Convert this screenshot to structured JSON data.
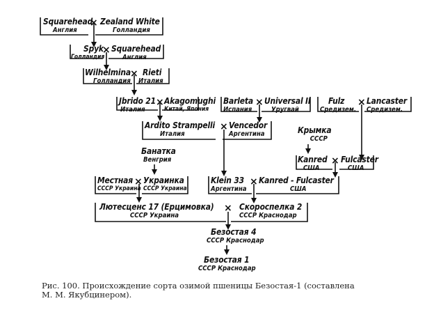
{
  "figure": {
    "caption_line1": "Рис. 100. Происхождение сорта озимой пшеницы Безостая-1 (составлена",
    "caption_line2": "М. М. Якубцинером)."
  },
  "cross_symbol": "×",
  "nodes": {
    "squarehead1": {
      "name": "Squarehead",
      "country": "Англия"
    },
    "zealand": {
      "name": "Zealand White",
      "country": "Голландия"
    },
    "spyk": {
      "name": "Spyk",
      "country": "Голландия"
    },
    "squarehead2": {
      "name": "Squarehead",
      "country": "Англия"
    },
    "wilhelmina": {
      "name": "Wilhelmina",
      "country": "Голландия"
    },
    "rieti": {
      "name": "Rieti",
      "country": "Италия"
    },
    "ibrido": {
      "name": "Jbrido 21",
      "country": "Италия"
    },
    "akagomughi": {
      "name": "Akagomughi",
      "country": "Китай, Япония"
    },
    "barleta": {
      "name": "Barleta",
      "country": "Испания"
    },
    "universal": {
      "name": "Universal II",
      "country": "Уругвай"
    },
    "fulz": {
      "name": "Fulz",
      "country": "Средизем."
    },
    "lancaster": {
      "name": "Lancaster",
      "country": "Средизем."
    },
    "ardito": {
      "name": "Ardito Strampelli",
      "country": "Италия"
    },
    "vencedor": {
      "name": "Vencedor",
      "country": "Аргентина"
    },
    "krymka": {
      "name": "Крымка",
      "country": "СССР"
    },
    "kanred": {
      "name": "Kanred",
      "country": "США"
    },
    "fulcaster": {
      "name": "Fulcaster",
      "country": "США"
    },
    "banatka": {
      "name": "Банатка",
      "country": "Венгрия"
    },
    "mestnaya": {
      "name": "Местная",
      "country": "СССР Украина"
    },
    "ukrainka": {
      "name": "Украинка",
      "country": "СССР Украина"
    },
    "klein33": {
      "name": "Klein 33",
      "country": "Аргентина"
    },
    "kanred_fulcaster": {
      "name": "Kanred - Fulcaster",
      "country": "США"
    },
    "lutescens": {
      "name": "Лютесценс 17 (Ерцимовка)",
      "country": "СССР  Украина"
    },
    "skorospelka": {
      "name": "Скороспелка 2",
      "country": "СССР Краснодар"
    },
    "bezostaya4": {
      "name": "Безостая 4",
      "country": "СССР Краснодар"
    },
    "bezostaya1": {
      "name": "Безостая 1",
      "country": "СССР Краснодар"
    }
  }
}
